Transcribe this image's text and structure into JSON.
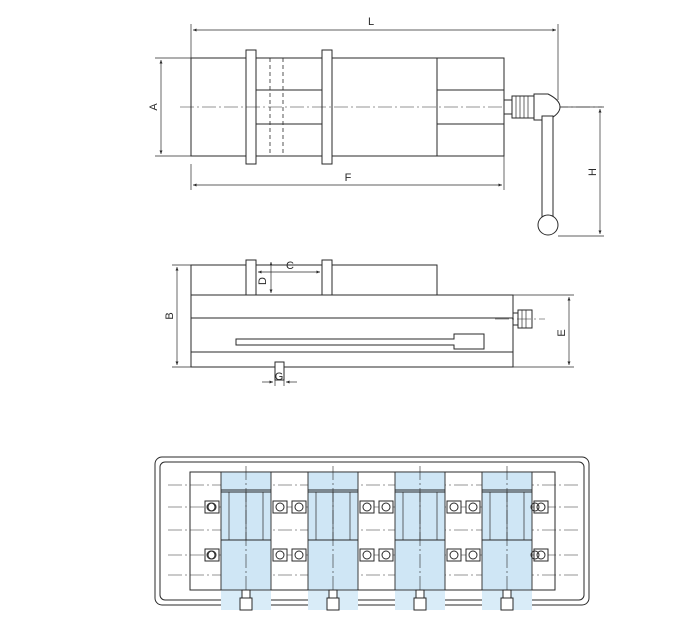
{
  "dimensions": {
    "L": "L",
    "A": "A",
    "F": "F",
    "H": "H",
    "C": "C",
    "D": "D",
    "B": "B",
    "E": "E",
    "G": "G"
  },
  "colors": {
    "line": "#2a2a2a",
    "highlight": "#cfe6f5",
    "background": "#ffffff"
  },
  "views": [
    "top-view",
    "side-view",
    "multi-vise-plan-view"
  ],
  "multi_vise_count": 4
}
